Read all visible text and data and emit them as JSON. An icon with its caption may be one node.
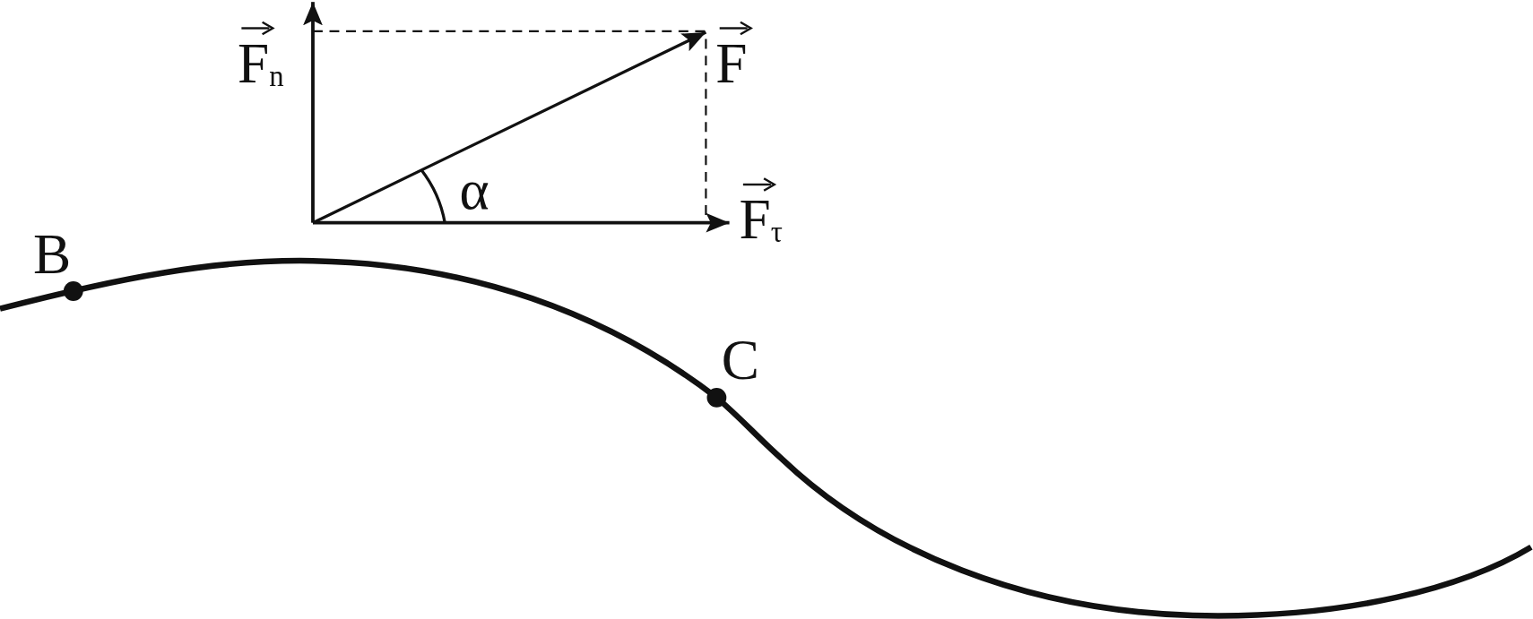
{
  "diagram": {
    "labels": [
      "F$_{n}$",
      "F",
      "α",
      "F$_{τ}$",
      "B",
      "C"
    ]
  }
}
